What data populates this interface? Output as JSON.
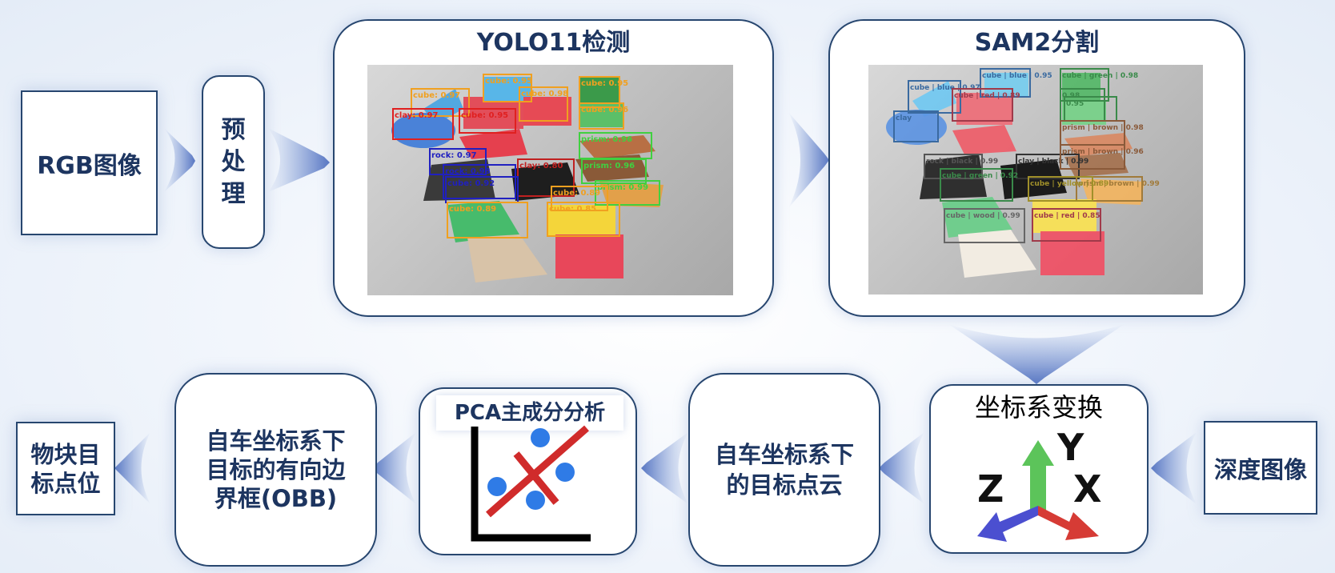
{
  "nodes": {
    "rgb": "RGB图像",
    "preprocess": "预处理",
    "yolo_title": "YOLO11检测",
    "sam_title": "SAM2分割",
    "transform": "坐标系变换",
    "depth": "深度图像",
    "pointcloud": "自车坐标系下的目标点云",
    "pca_title": "PCA主成分分析",
    "obb": "自车坐标系下目标的有向边界框(OBB)",
    "target": "物块目标点位"
  },
  "axes": {
    "y": "Y",
    "z": "Z",
    "x": "X"
  },
  "yolo_labels": [
    "cube: 0.97",
    "cube: 0.95",
    "cube: 0.98",
    "clay: 0.97",
    "cube: 0.95",
    "cube: 0.96",
    "cube: 0.95",
    "prism: 0.96",
    "rock: 0.97",
    "rock: 0.98",
    "clay: 0.80",
    "prism: 0.96",
    "prism: 0.99",
    "cube: 0.92",
    "cube: 0.89",
    "cube: 0.89",
    "cube: 0.85"
  ],
  "sam_labels": [
    "cube | blue | 0.95",
    "cube | green | 0.98",
    "cube | blue | 0.97",
    "cube | red | 0.89",
    "0.98",
    "clay",
    "0.95",
    "prism | brown | 0.98",
    "rock | black | 0.99",
    "clay | black | 0.99",
    "prism | brown | 0.96",
    "prism | brown | 0.99",
    "cube | green | 0.92",
    "cube | yellow | 0.89",
    "cube | wood | 0.99",
    "cube | red | 0.85"
  ],
  "colors": {
    "border": "#27466f",
    "text": "#1d3560",
    "arrow": "#6f8fd0",
    "axis_y": "#5cc45a",
    "axis_x": "#d63b35",
    "axis_z": "#4b4fd0",
    "pca_line": "#d02b2b",
    "pca_dot": "#2f7be6"
  }
}
